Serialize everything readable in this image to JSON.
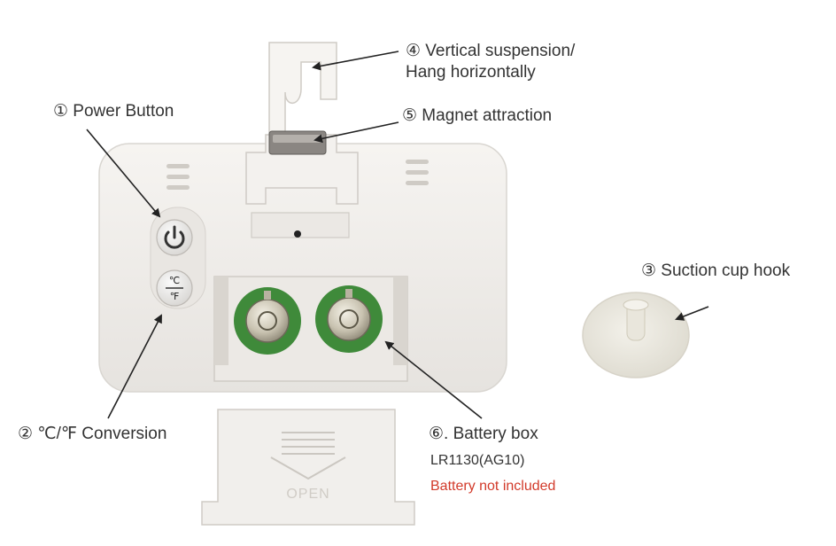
{
  "colors": {
    "background": "#ffffff",
    "device_body": "#f1efec",
    "text": "#333333",
    "warning": "#d23a2a",
    "battery_pcb": "#3f8a3a"
  },
  "callouts": {
    "power_button": "① Power Button",
    "unit_conversion": "② ℃/℉  Conversion",
    "suction_cup": "③ Suction cup hook",
    "suspension_line1": "④ Vertical suspension/",
    "suspension_line2": "Hang horizontally",
    "magnet": "⑤ Magnet attraction",
    "battery_box": "⑥. Battery box",
    "battery_model": "LR1130(AG10)",
    "battery_note": "Battery not included"
  },
  "device": {
    "button_power_icon": "power-icon",
    "button_unit_top": "℃",
    "button_unit_bottom": "℉",
    "cover_text": "OPEN"
  }
}
